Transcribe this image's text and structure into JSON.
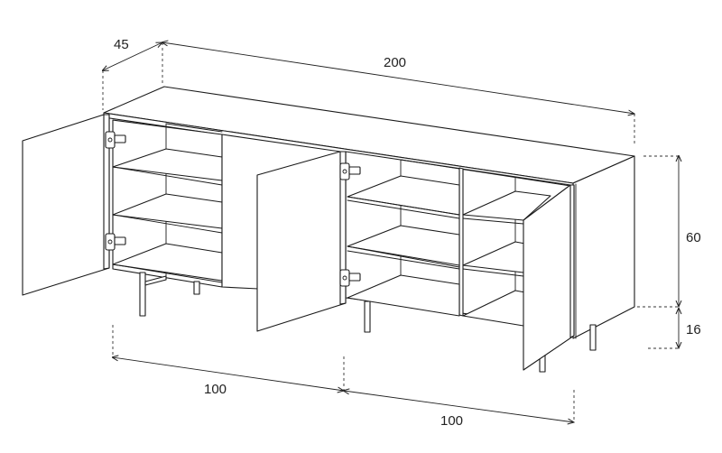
{
  "dimensions": {
    "depth": "45",
    "width": "200",
    "height_body": "60",
    "height_legs": "16",
    "left_section_width": "100",
    "right_section_width": "100"
  }
}
